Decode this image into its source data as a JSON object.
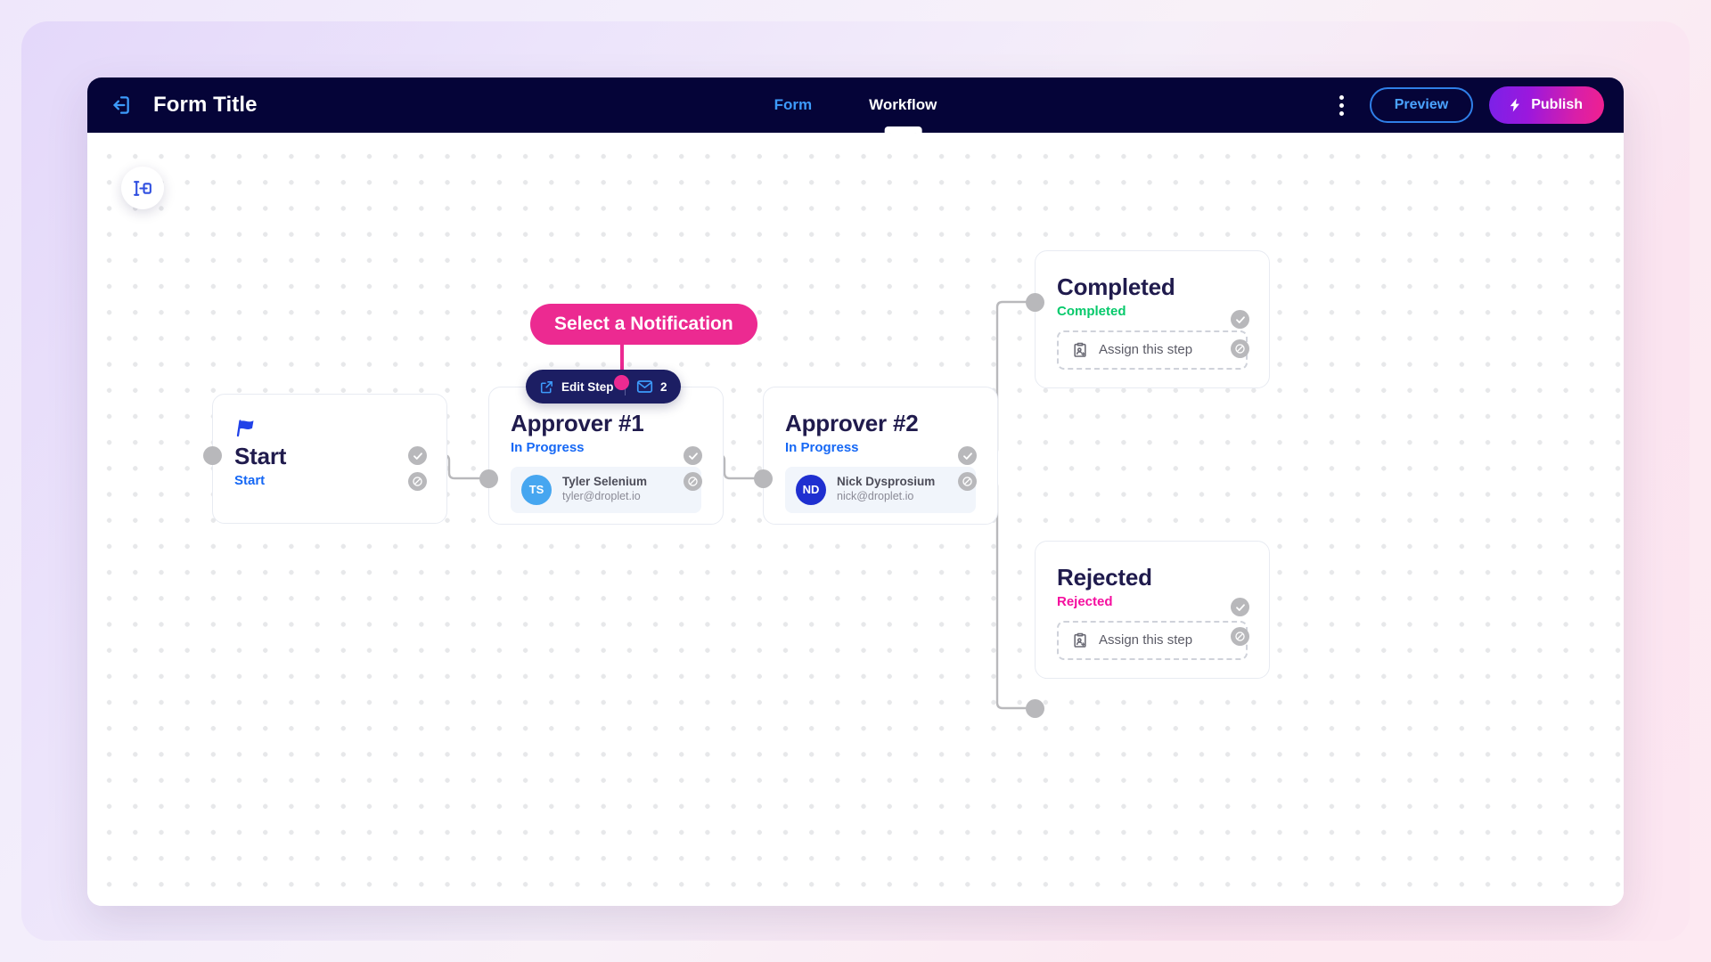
{
  "header": {
    "back_icon": "exit-arrow-icon",
    "title": "Form Title",
    "tabs": [
      {
        "label": "Form",
        "active": false
      },
      {
        "label": "Workflow",
        "active": true
      }
    ],
    "menu_icon": "kebab-menu-icon",
    "preview_label": "Preview",
    "publish_label": "Publish",
    "publish_icon": "lightning-bolt-icon",
    "colors": {
      "bar_background": "#050438",
      "tab_active": "#ffffff",
      "tab_inactive": "#3d9bfb",
      "preview_border": "#2f7fe8",
      "publish_gradient_from": "#7b21e8",
      "publish_gradient_to": "#f0208f"
    }
  },
  "canvas": {
    "tool_button_icon": "workflow-layout-icon",
    "callout": {
      "label": "Select a Notification",
      "color": "#ec2a91"
    },
    "toolbar": {
      "edit_step_label": "Edit Step",
      "edit_step_icon": "external-link-icon",
      "notification_icon": "envelope-icon",
      "notification_count": "2"
    },
    "nodes": [
      {
        "id": "start",
        "title": "Start",
        "status": "Start",
        "status_color": "#1668f5",
        "icon": "flag-icon",
        "assignee": null
      },
      {
        "id": "approver-1",
        "title": "Approver #1",
        "status": "In Progress",
        "status_color": "#1668f5",
        "assignee": {
          "initials": "TS",
          "name": "Tyler Selenium",
          "email": "tyler@droplet.io",
          "avatar_color": "#46a6f0"
        }
      },
      {
        "id": "approver-2",
        "title": "Approver #2",
        "status": "In Progress",
        "status_color": "#1668f5",
        "assignee": {
          "initials": "ND",
          "name": "Nick Dysprosium",
          "email": "nick@droplet.io",
          "avatar_color": "#1f2fd0"
        }
      },
      {
        "id": "completed",
        "title": "Completed",
        "status": "Completed",
        "status_color": "#06c96b",
        "assign_placeholder": "Assign this step",
        "assign_icon": "assign-person-icon"
      },
      {
        "id": "rejected",
        "title": "Rejected",
        "status": "Rejected",
        "status_color": "#f50f9f",
        "assign_placeholder": "Assign this step",
        "assign_icon": "assign-person-icon"
      }
    ],
    "handles": {
      "approve_icon": "check-circle-icon",
      "reject_icon": "block-circle-icon",
      "color": "#b8b8bb"
    }
  }
}
